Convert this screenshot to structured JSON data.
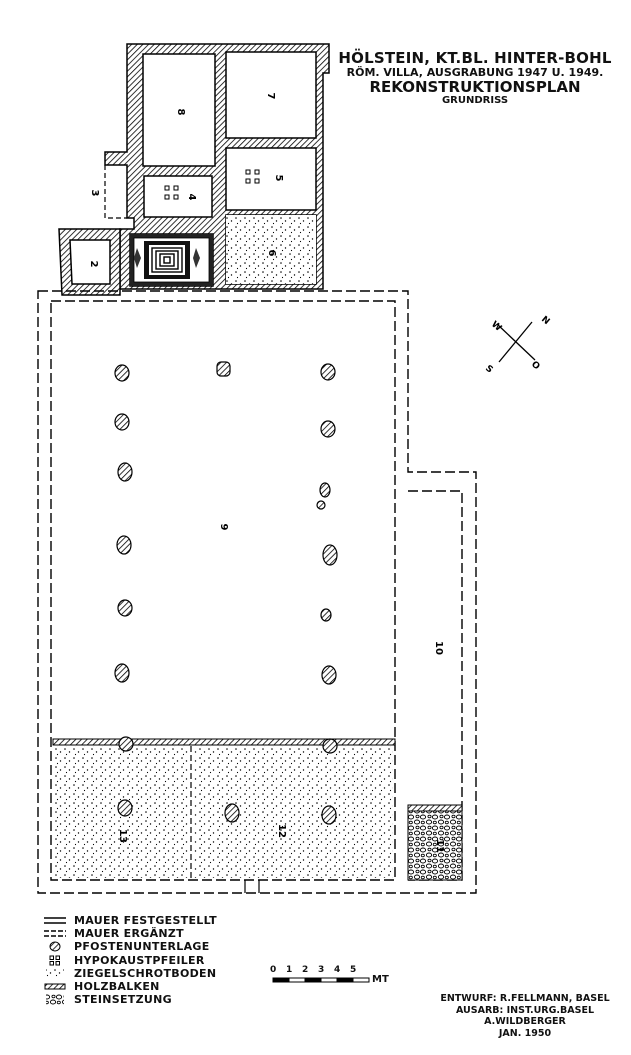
{
  "title": {
    "line1": "HÖLSTEIN, KT.BL. HINTER-BOHL",
    "line2": "RÖM. VILLA, AUSGRABUNG 1947 U. 1949.",
    "line3": "REKONSTRUKTIONSPLAN",
    "line4": "GRUNDRISS"
  },
  "rooms": {
    "r2": "2",
    "r3": "3",
    "r4": "4",
    "r5": "5",
    "r6": "6",
    "r7": "7",
    "r8": "8",
    "r9": "9",
    "r10": "10",
    "r11": "11",
    "r12": "12",
    "r13": "13"
  },
  "compass": {
    "n": "N",
    "s": "S",
    "w": "W",
    "o": "O"
  },
  "legend": [
    {
      "symbol": "wall-solid",
      "label": "MAUER FESTGESTELLT"
    },
    {
      "symbol": "wall-dashed",
      "label": "MAUER ERGÄNZT"
    },
    {
      "symbol": "hatched-oval",
      "label": "PFOSTENUNTERLAGE"
    },
    {
      "symbol": "small-squares",
      "label": "HYPOKAUSTPFEILER"
    },
    {
      "symbol": "dots",
      "label": "ZIEGELSCHROTBODEN"
    },
    {
      "symbol": "hatched-bar",
      "label": "HOLZBALKEN"
    },
    {
      "symbol": "stones",
      "label": "STEINSETZUNG"
    }
  ],
  "scale": {
    "ticks": [
      "0",
      "1",
      "2",
      "3",
      "4",
      "5"
    ],
    "unit": "MT"
  },
  "credits": {
    "line1": "ENTWURF: R.FELLMANN, BASEL",
    "line2": "AUSARB: INST.URG.BASEL A.WILDBERGER",
    "line3": "JAN. 1950"
  }
}
